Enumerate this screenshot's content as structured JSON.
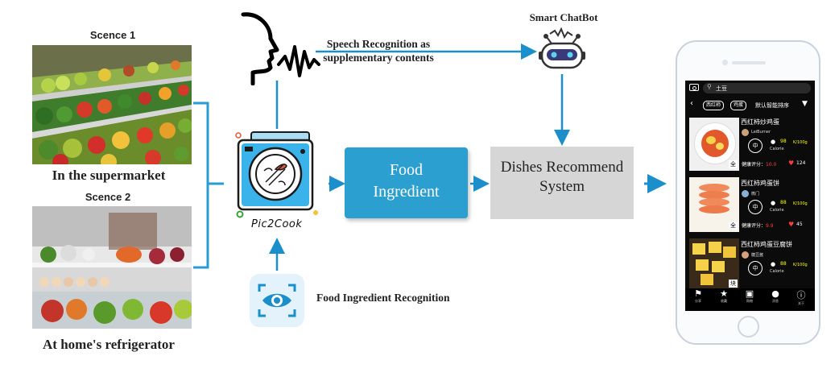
{
  "scenes": {
    "scene1_title": "Scence 1",
    "scene1_caption": "In the supermarket",
    "scene2_title": "Scence 2",
    "scene2_caption": "At home's refrigerator"
  },
  "speech": {
    "label_line1": "Speech Recognition as",
    "label_line2": "supplementary contents"
  },
  "chatbot": {
    "label": "Smart ChatBot"
  },
  "app": {
    "logo_text": "Pic2Cook"
  },
  "recognition": {
    "label": "Food Ingredient Recognition"
  },
  "food_box": {
    "line1": "Food",
    "line2": "Ingredient"
  },
  "dish_box": {
    "line1": "Dishes Recommend",
    "line2": "System"
  },
  "phone": {
    "search_text": "土豆",
    "filter_tags": [
      "西红柿",
      "鸡蛋"
    ],
    "sort_label": "默认智能排序",
    "dishes": [
      {
        "name": "西红柿炒鸡蛋",
        "user": "LeiBurner",
        "difficulty": "中",
        "calorie": "98",
        "unit": "K/100g",
        "calorie_label": "Calorie",
        "score_label": "健康评分：",
        "score": "10.0",
        "likes": "124",
        "tag": "全"
      },
      {
        "name": "西红柿鸡蛋饼",
        "user": "微门",
        "difficulty": "中",
        "calorie": "88",
        "unit": "K/100g",
        "calorie_label": "Calorie",
        "score_label": "健康评分：",
        "score": "9.9",
        "likes": "45",
        "tag": "全"
      },
      {
        "name": "西红柿鸡蛋豆腐饼",
        "user": "糖豆酱",
        "difficulty": "中",
        "calorie": "88",
        "unit": "K/100g",
        "calorie_label": "Calorie",
        "score_label": "",
        "score": "",
        "likes": "",
        "tag": "块"
      }
    ],
    "nav": [
      "分享",
      "收藏",
      "购物",
      "消息",
      "关于"
    ]
  },
  "colors": {
    "accent": "#1a8fcc",
    "food_box": "#2b9fcf",
    "dish_box": "#d6d6d6",
    "bracket": "#2a9bd3"
  }
}
